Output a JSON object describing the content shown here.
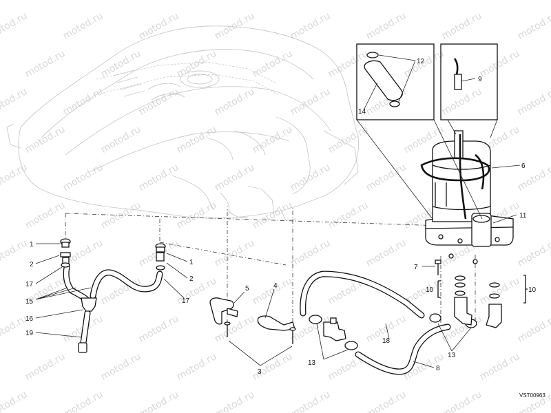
{
  "diagram": {
    "watermark": "motod.ru",
    "drawing_code": "VST00963",
    "callouts": [
      {
        "id": "c1a",
        "text": "1"
      },
      {
        "id": "c1b",
        "text": "1"
      },
      {
        "id": "c2a",
        "text": "2"
      },
      {
        "id": "c2b",
        "text": "2"
      },
      {
        "id": "c3",
        "text": "3"
      },
      {
        "id": "c4",
        "text": "4"
      },
      {
        "id": "c5",
        "text": "5"
      },
      {
        "id": "c6",
        "text": "6"
      },
      {
        "id": "c7",
        "text": "7"
      },
      {
        "id": "c8",
        "text": "8"
      },
      {
        "id": "c9",
        "text": "9"
      },
      {
        "id": "c10a",
        "text": "10"
      },
      {
        "id": "c10b",
        "text": "10"
      },
      {
        "id": "c11",
        "text": "11"
      },
      {
        "id": "c12",
        "text": "12"
      },
      {
        "id": "c13a",
        "text": "13"
      },
      {
        "id": "c13b",
        "text": "13"
      },
      {
        "id": "c14",
        "text": "14"
      },
      {
        "id": "c15",
        "text": "15"
      },
      {
        "id": "c16",
        "text": "16"
      },
      {
        "id": "c17a",
        "text": "17"
      },
      {
        "id": "c17b",
        "text": "17"
      },
      {
        "id": "c18",
        "text": "18"
      },
      {
        "id": "c19",
        "text": "19"
      }
    ]
  }
}
